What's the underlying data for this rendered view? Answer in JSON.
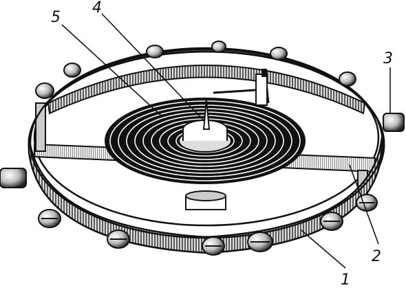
{
  "figure": {
    "callouts": [
      {
        "id": "c1",
        "text": "1"
      },
      {
        "id": "c2",
        "text": "2"
      },
      {
        "id": "c3",
        "text": "3"
      },
      {
        "id": "c4",
        "text": "4"
      },
      {
        "id": "c5",
        "text": "5"
      }
    ]
  }
}
